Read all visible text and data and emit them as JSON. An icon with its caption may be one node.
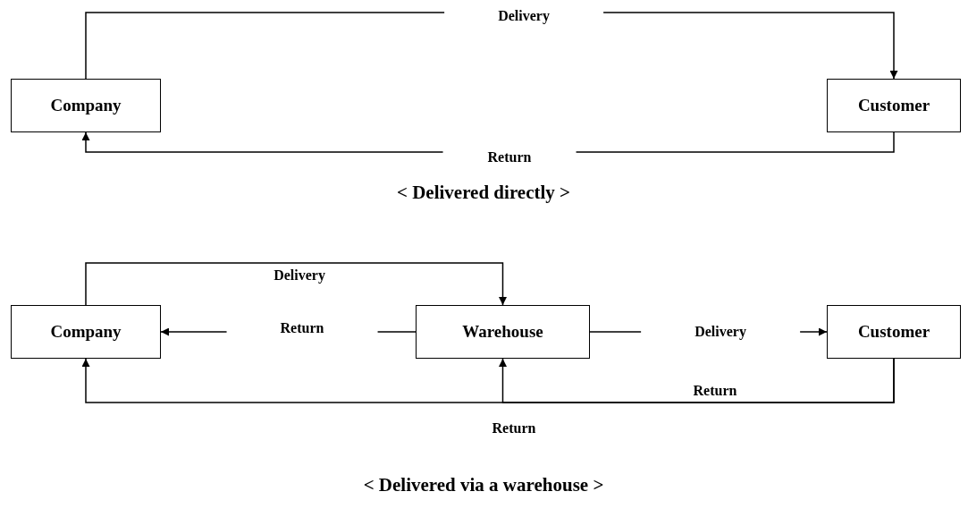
{
  "diagram": {
    "nodes": [
      {
        "text": [
          "Company"
        ]
      },
      {
        "text": [
          "Customer"
        ]
      },
      {
        "text": [
          "Company"
        ]
      },
      {
        "text": [
          "Warehouse"
        ]
      },
      {
        "text": [
          "Customer"
        ]
      }
    ],
    "edges": [
      {
        "from": 0,
        "to": 1,
        "arrow": "to",
        "label": "Delivery"
      },
      {
        "from": 1,
        "to": 0,
        "arrow": "to",
        "label": "Return"
      },
      {
        "from": 2,
        "to": 3,
        "arrow": "to",
        "label": "Delivery"
      },
      {
        "from": 3,
        "to": 2,
        "arrow": "to",
        "label": "Return"
      },
      {
        "from": 3,
        "to": 4,
        "arrow": "to",
        "label": "Delivery"
      },
      {
        "from": 4,
        "to": 3,
        "arrow": "to",
        "label": "Return"
      },
      {
        "from": 4,
        "to": 2,
        "arrow": "to",
        "label": "Return"
      }
    ],
    "labels": [
      "< Delivered directly >",
      "< Delivered via a warehouse >"
    ]
  }
}
